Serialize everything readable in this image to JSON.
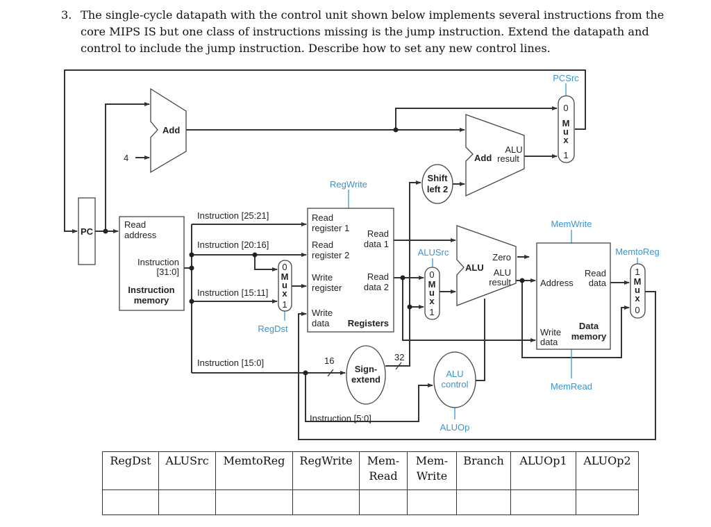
{
  "question": {
    "number": "3.",
    "text": "The single-cycle datapath with the control unit shown below implements several instructions from the core MIPS IS but one class of instructions missing is the jump instruction. Extend the datapath and control to include the jump instruction. Describe how to set any new control lines."
  },
  "diagram": {
    "pc": "PC",
    "add": "Add",
    "four": "4",
    "pcsrc": "PCSrc",
    "mux_letters": [
      "M",
      "u",
      "x"
    ],
    "mux_0": "0",
    "mux_1": "1",
    "branch_add": "Add",
    "alu_label": "ALU",
    "result_label": "result",
    "shift_1": "Shift",
    "shift_2": "left 2",
    "regwrite": "RegWrite",
    "imem_read": "Read",
    "imem_address": "address",
    "imem_instr": "Instruction",
    "imem_bits": "[31:0]",
    "imem_name1": "Instruction",
    "imem_name2": "memory",
    "instr_25_21": "Instruction [25:21]",
    "instr_20_16": "Instruction [20:16]",
    "instr_15_11": "Instruction [15:11]",
    "instr_15_0": "Instruction [15:0]",
    "instr_5_0": "Instruction [5:0]",
    "regdst": "RegDst",
    "reg_rr1a": "Read",
    "reg_rr1b": "register 1",
    "reg_rr2a": "Read",
    "reg_rr2b": "register 2",
    "reg_wra": "Write",
    "reg_wrb": "register",
    "reg_wda": "Write",
    "reg_wdb": "data",
    "reg_rd1a": "Read",
    "reg_rd1b": "data 1",
    "reg_rd2a": "Read",
    "reg_rd2b": "data 2",
    "reg_name": "Registers",
    "sign_1": "Sign-",
    "sign_2": "extend",
    "bits_16": "16",
    "bits_32": "32",
    "alusrc": "ALUSrc",
    "zero": "Zero",
    "aluctl_1": "ALU",
    "aluctl_2": "control",
    "aluop": "ALUOp",
    "memwrite": "MemWrite",
    "memread": "MemRead",
    "memtoreg": "MemtoReg",
    "dm_address": "Address",
    "dm_read1": "Read",
    "dm_read2": "data",
    "dm_write1": "Write",
    "dm_write2": "data",
    "dm_name1": "Data",
    "dm_name2": "memory"
  },
  "table": {
    "headers": [
      [
        "RegDst",
        ""
      ],
      [
        "ALUSrc",
        ""
      ],
      [
        "MemtoReg",
        ""
      ],
      [
        "RegWrite",
        ""
      ],
      [
        "Mem-",
        "Read"
      ],
      [
        "Mem-",
        "Write"
      ],
      [
        "Branch",
        ""
      ],
      [
        "ALUOp1",
        ""
      ],
      [
        "ALUOp2",
        ""
      ]
    ],
    "rows": [
      [
        "",
        "",
        "",
        "",
        "",
        "",
        "",
        "",
        ""
      ]
    ]
  },
  "colors": {
    "control_signal": "#3a94cf",
    "wire": "#333333"
  }
}
